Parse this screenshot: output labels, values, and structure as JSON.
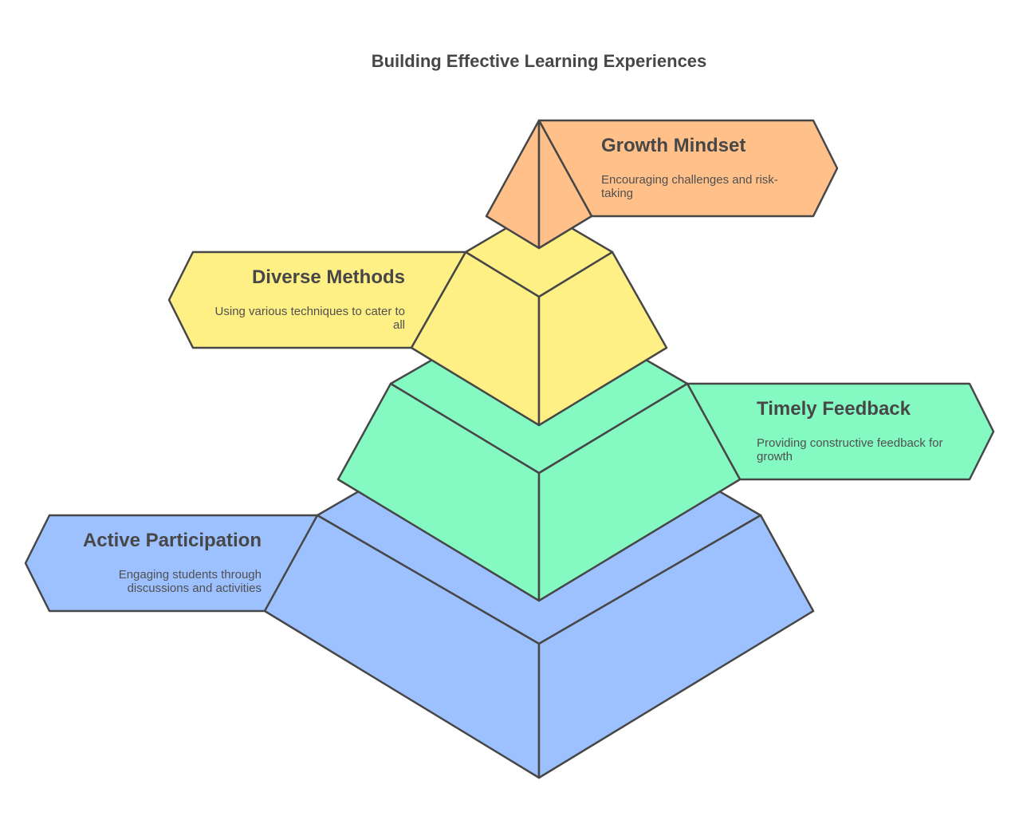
{
  "title": "Building Effective Learning Experiences",
  "levels": [
    {
      "title": "Growth Mindset",
      "description_lines": [
        "Encouraging challenges and risk-",
        "taking"
      ],
      "color": "#FFC08A"
    },
    {
      "title": "Diverse Methods",
      "description_lines": [
        "Using various techniques to cater to",
        "all"
      ],
      "color": "#FFF085"
    },
    {
      "title": "Timely Feedback",
      "description_lines": [
        "Providing constructive feedback for",
        "growth"
      ],
      "color": "#84F9C2"
    },
    {
      "title": "Active Participation",
      "description_lines": [
        "Engaging students through",
        "discussions and activities"
      ],
      "color": "#9DC1FF"
    }
  ],
  "colors": {
    "stroke": "#474747",
    "text": "#474747",
    "background": "#FFFFFF"
  }
}
